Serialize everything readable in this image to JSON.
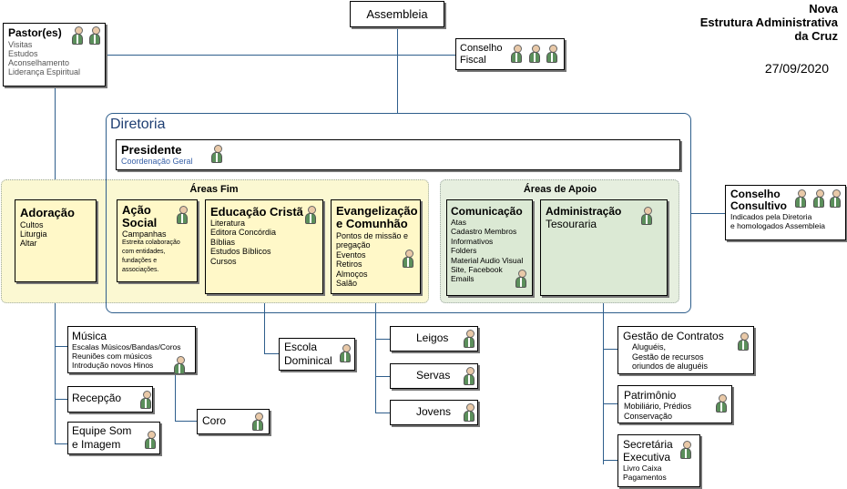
{
  "header": {
    "title_l1": "Nova",
    "title_l2": "Estrutura Administrativa",
    "title_l3": "da Cruz",
    "date": "27/09/2020"
  },
  "assembleia": {
    "label": "Assembleia"
  },
  "pastor": {
    "title": "Pastor(es)",
    "items": [
      "Visitas",
      "Estudos",
      "Aconselhamento",
      "Liderança Espiritual"
    ]
  },
  "conselho_fiscal": {
    "l1": "Conselho",
    "l2": "Fiscal"
  },
  "diretoria": {
    "label": "Diretoria"
  },
  "presidente": {
    "title": "Presidente",
    "sub": "Coordenação Geral"
  },
  "areas_fim": {
    "label": "Áreas Fim"
  },
  "areas_apoio": {
    "label": "Áreas de Apoio"
  },
  "adoracao": {
    "title": "Adoração",
    "items": [
      "Cultos",
      "Liturgia",
      "Altar"
    ]
  },
  "acao_social": {
    "title_l1": "Ação",
    "title_l2": "Social",
    "sub": "Campanhas",
    "desc": [
      "Estreita colaboração",
      "com entidades,",
      "fundações e",
      "associações."
    ]
  },
  "educacao": {
    "title": "Educação Cristã",
    "items": [
      "Literatura",
      "Editora Concórdia",
      "Bíblias",
      "Estudos Bíblicos",
      "Cursos"
    ]
  },
  "evangelizacao": {
    "title_l1": "Evangelização",
    "title_l2": "e Comunhão",
    "items": [
      "Pontos de missão e",
      "pregação",
      "Eventos",
      "Retiros",
      "Almoços",
      "Salão"
    ]
  },
  "comunicacao": {
    "title": "Comunicação",
    "items": [
      "Atas",
      "Cadastro Membros",
      "Informativos",
      "Folders",
      "Material Audio Visual",
      "Site, Facebook",
      "Emails"
    ]
  },
  "administracao": {
    "title": "Administração",
    "sub": "Tesouraria"
  },
  "conselho_consultivo": {
    "title_l1": "Conselho",
    "title_l2": "Consultivo",
    "desc_l1": "Indicados pela Diretoria",
    "desc_l2": "e homologados Assembleia"
  },
  "musica": {
    "title": "Música",
    "items": [
      "Escalas Músicos/Bandas/Coros",
      "Reuniões com músicos",
      "Introdução novos Hinos"
    ]
  },
  "recepcao": {
    "label": "Recepção"
  },
  "equipe_som": {
    "l1": "Equipe Som",
    "l2": "e Imagem"
  },
  "coro": {
    "label": "Coro"
  },
  "escola_dominical": {
    "l1": "Escola",
    "l2": "Dominical"
  },
  "leigos": {
    "label": "Leigos"
  },
  "servas": {
    "label": "Servas"
  },
  "jovens": {
    "label": "Jovens"
  },
  "gestao_contratos": {
    "title": "Gestão de Contratos",
    "items": [
      "Aluguéis,",
      "Gestão de recursos",
      "oriundos de aluguéis"
    ]
  },
  "patrimonio": {
    "title": "Patrimônio",
    "items": [
      "Mobiliário, Prédios",
      "Conservação"
    ]
  },
  "secretaria": {
    "title_l1": "Secretária",
    "title_l2": "Executiva",
    "items": [
      "Livro Caixa",
      "Pagamentos"
    ]
  },
  "colors": {
    "line": "#2e5e8c",
    "fim_bg": "#fbf8d2",
    "fim_box": "#fff8c8",
    "apoio_bg": "#e6efdf",
    "apoio_box": "#dbe9d4",
    "sub_blue": "#3a62a8"
  }
}
